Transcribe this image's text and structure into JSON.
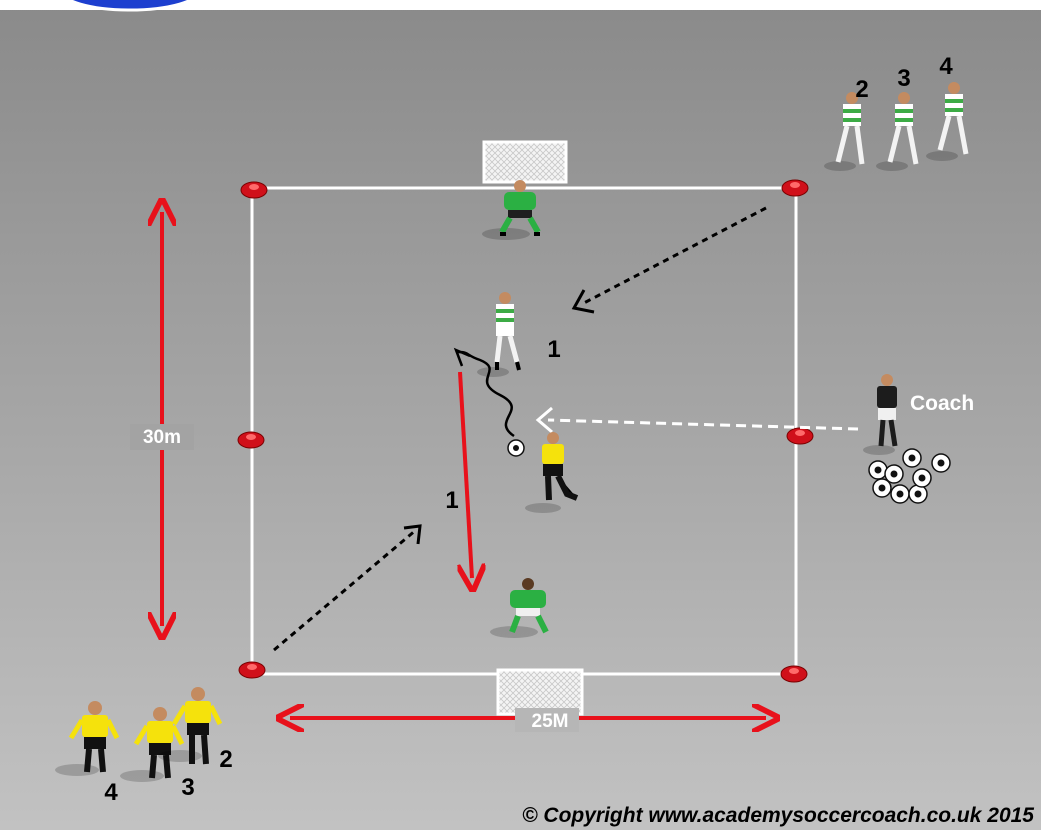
{
  "labels": {
    "width": "25M",
    "height": "30m",
    "coach": "Coach",
    "copyright": "© Copyright www.academysoccercoach.co.uk 2015",
    "green_queue": [
      "2",
      "3",
      "4"
    ],
    "yellow_queue": [
      "2",
      "3",
      "4"
    ],
    "active_green": "1",
    "active_yellow": "1"
  },
  "colors": {
    "arrow_red": "#e8111b",
    "cone_red": "#d0101a",
    "field_line": "#ffffff",
    "keeper_green": "#2bb043",
    "yellow_kit": "#f5e20c",
    "hoops_green": "#3cab45",
    "coach_kit": "#1c1c1c"
  },
  "icons": {
    "cone": "cone-icon",
    "goal": "goal-icon",
    "ball": "ball-icon",
    "player": "player-icon"
  }
}
